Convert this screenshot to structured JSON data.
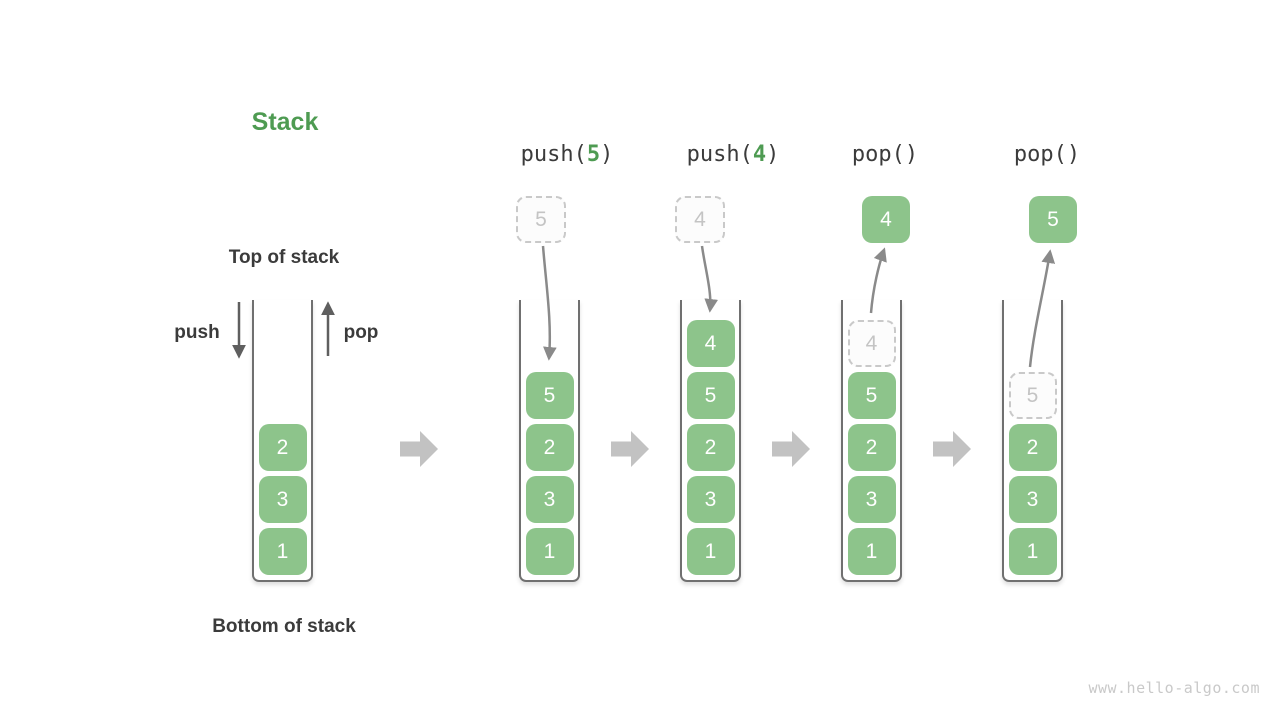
{
  "title": "Stack",
  "labels": {
    "top": "Top of stack",
    "bottom": "Bottom of stack",
    "push": "push",
    "pop": "pop"
  },
  "watermark": "www.hello-algo.com",
  "colors": {
    "green": "#8dc48b",
    "green_accent": "#4e9b52",
    "dark": "#3b3b3b",
    "cont_border": "#707070",
    "ghost_border": "#c9c9c9",
    "ghost_text": "#c4c4c4",
    "curve_arrow": "#8a8a8a",
    "dark_arrow": "#5f5f5f",
    "block_arrow": "#c2c2c2",
    "watermark": "#c9c9c9"
  },
  "stages": [
    {
      "name": "initial",
      "op": null,
      "floating": null,
      "stack": [
        {
          "value": "2",
          "variant": "solid"
        },
        {
          "value": "3",
          "variant": "solid"
        },
        {
          "value": "1",
          "variant": "solid"
        }
      ]
    },
    {
      "name": "push-5",
      "op": {
        "text": "push(",
        "arg": "5",
        "close": ")"
      },
      "floating": {
        "value": "5",
        "variant": "ghost"
      },
      "stack": [
        {
          "value": "5",
          "variant": "solid"
        },
        {
          "value": "2",
          "variant": "solid"
        },
        {
          "value": "3",
          "variant": "solid"
        },
        {
          "value": "1",
          "variant": "solid"
        }
      ]
    },
    {
      "name": "push-4",
      "op": {
        "text": "push(",
        "arg": "4",
        "close": ")"
      },
      "floating": {
        "value": "4",
        "variant": "ghost"
      },
      "stack": [
        {
          "value": "4",
          "variant": "solid"
        },
        {
          "value": "5",
          "variant": "solid"
        },
        {
          "value": "2",
          "variant": "solid"
        },
        {
          "value": "3",
          "variant": "solid"
        },
        {
          "value": "1",
          "variant": "solid"
        }
      ]
    },
    {
      "name": "pop-4",
      "op": {
        "text": "pop(",
        "arg": "",
        "close": ")"
      },
      "floating": {
        "value": "4",
        "variant": "solid"
      },
      "stack": [
        {
          "value": "4",
          "variant": "ghost"
        },
        {
          "value": "5",
          "variant": "solid"
        },
        {
          "value": "2",
          "variant": "solid"
        },
        {
          "value": "3",
          "variant": "solid"
        },
        {
          "value": "1",
          "variant": "solid"
        }
      ]
    },
    {
      "name": "pop-5",
      "op": {
        "text": "pop(",
        "arg": "",
        "close": ")"
      },
      "floating": {
        "value": "5",
        "variant": "solid"
      },
      "stack": [
        {
          "value": "5",
          "variant": "ghost"
        },
        {
          "value": "2",
          "variant": "solid"
        },
        {
          "value": "3",
          "variant": "solid"
        },
        {
          "value": "1",
          "variant": "solid"
        }
      ]
    }
  ]
}
